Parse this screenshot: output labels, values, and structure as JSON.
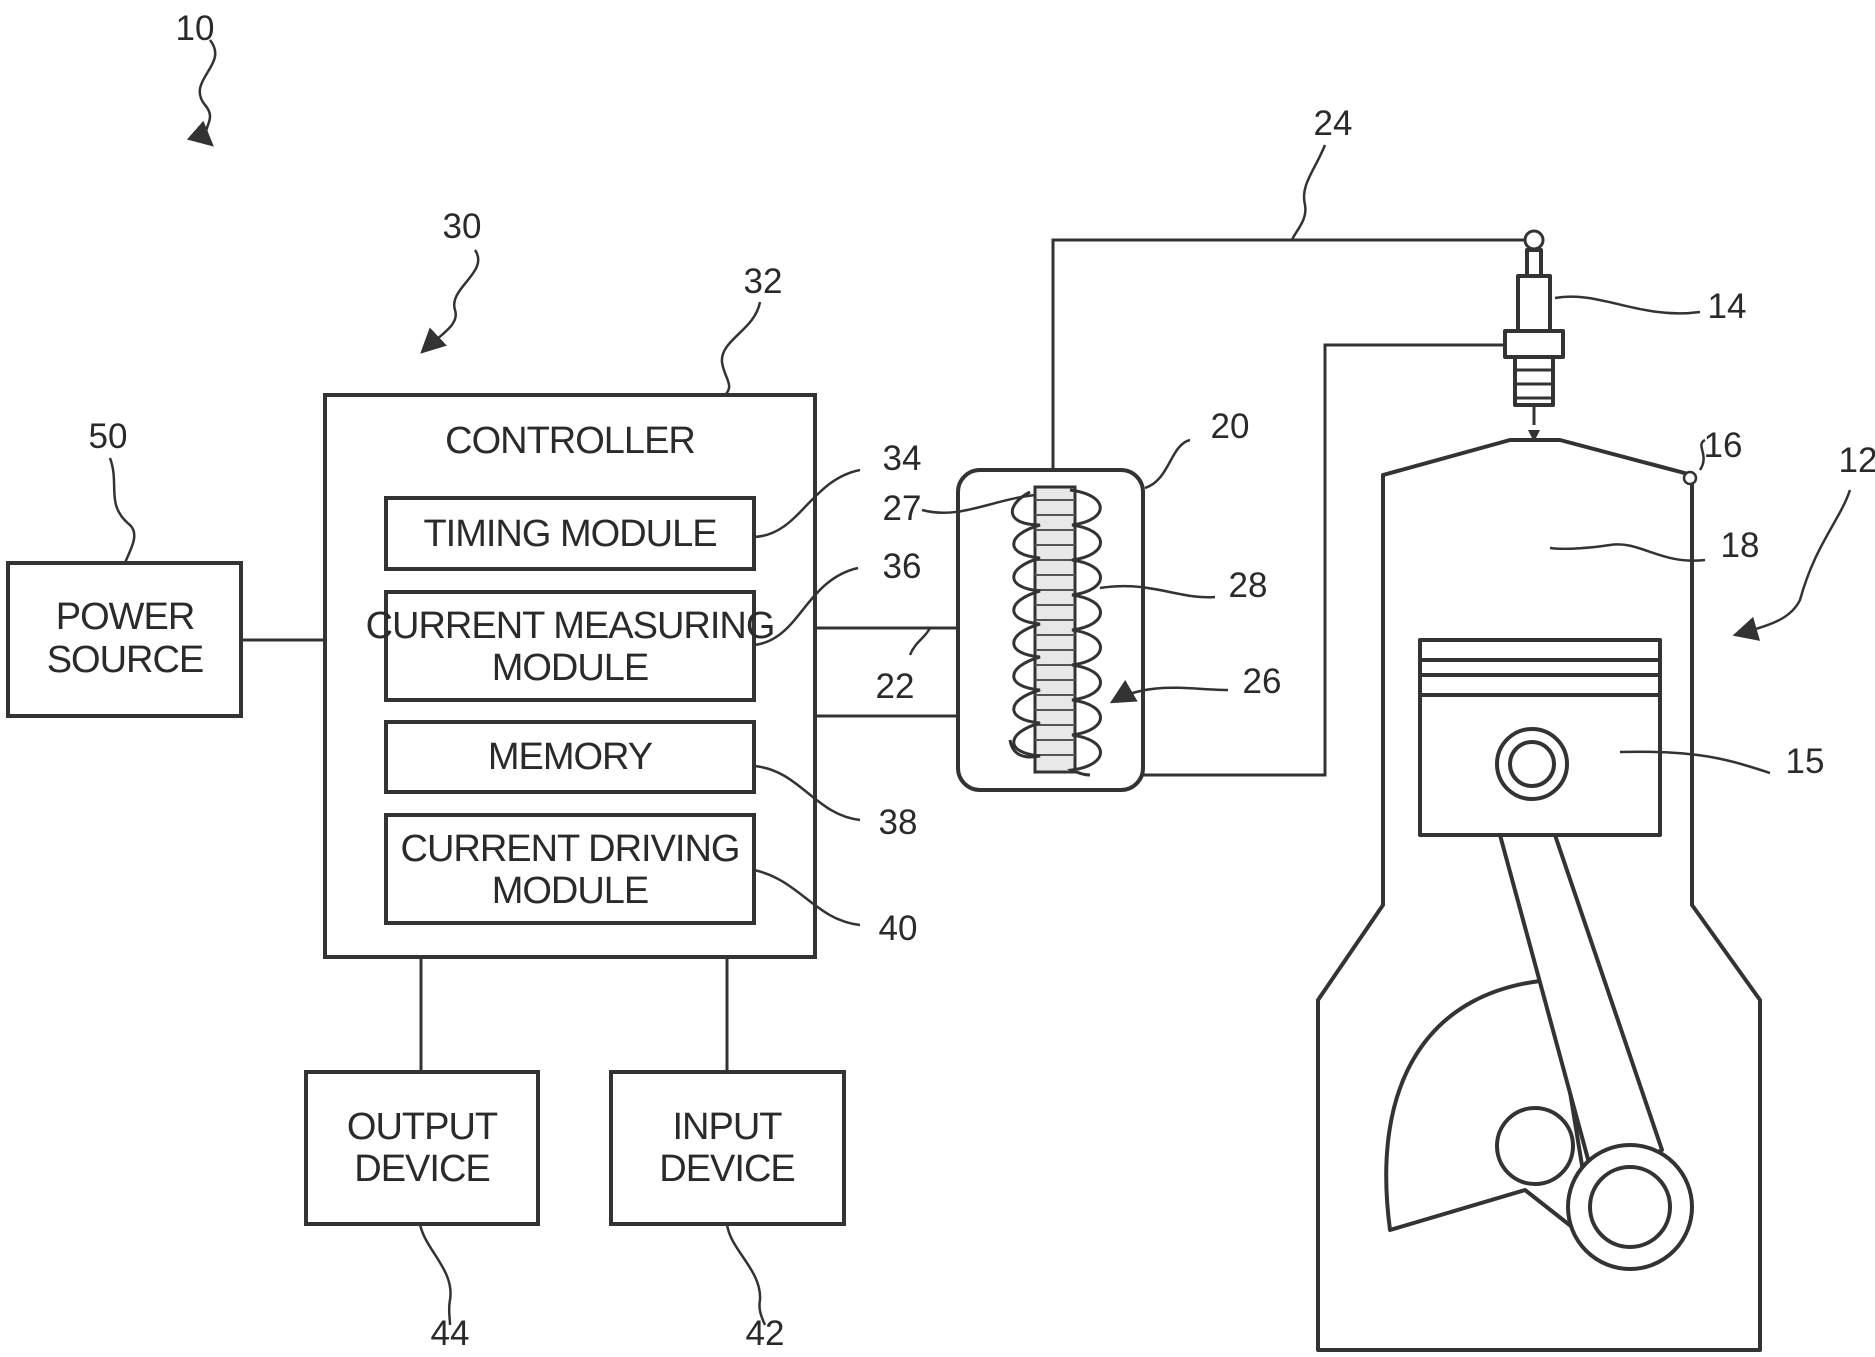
{
  "system_ref": "10",
  "controller": {
    "ref": "30",
    "box_ref": "32",
    "title": "CONTROLLER",
    "modules": [
      {
        "ref": "34",
        "lines": [
          "TIMING MODULE"
        ]
      },
      {
        "ref": "36",
        "lines": [
          "CURRENT MEASURING",
          "MODULE"
        ]
      },
      {
        "ref": "38",
        "lines": [
          "MEMORY"
        ]
      },
      {
        "ref": "40",
        "lines": [
          "CURRENT DRIVING",
          "MODULE"
        ]
      }
    ]
  },
  "power_source": {
    "ref": "50",
    "lines": [
      "POWER",
      "SOURCE"
    ]
  },
  "output_device": {
    "ref": "44",
    "lines": [
      "OUTPUT",
      "DEVICE"
    ]
  },
  "input_device": {
    "ref": "42",
    "lines": [
      "INPUT",
      "DEVICE"
    ]
  },
  "ignition_coil": {
    "ref": "20",
    "core_ref": "27",
    "secondary_ref": "28",
    "primary_ref": "26",
    "primary_line_ref": "22",
    "secondary_line_ref": "24"
  },
  "engine": {
    "ref": "12",
    "spark_plug_ref": "14",
    "piston_ref": "15",
    "cylinder_ref": "16",
    "chamber_ref": "18"
  }
}
